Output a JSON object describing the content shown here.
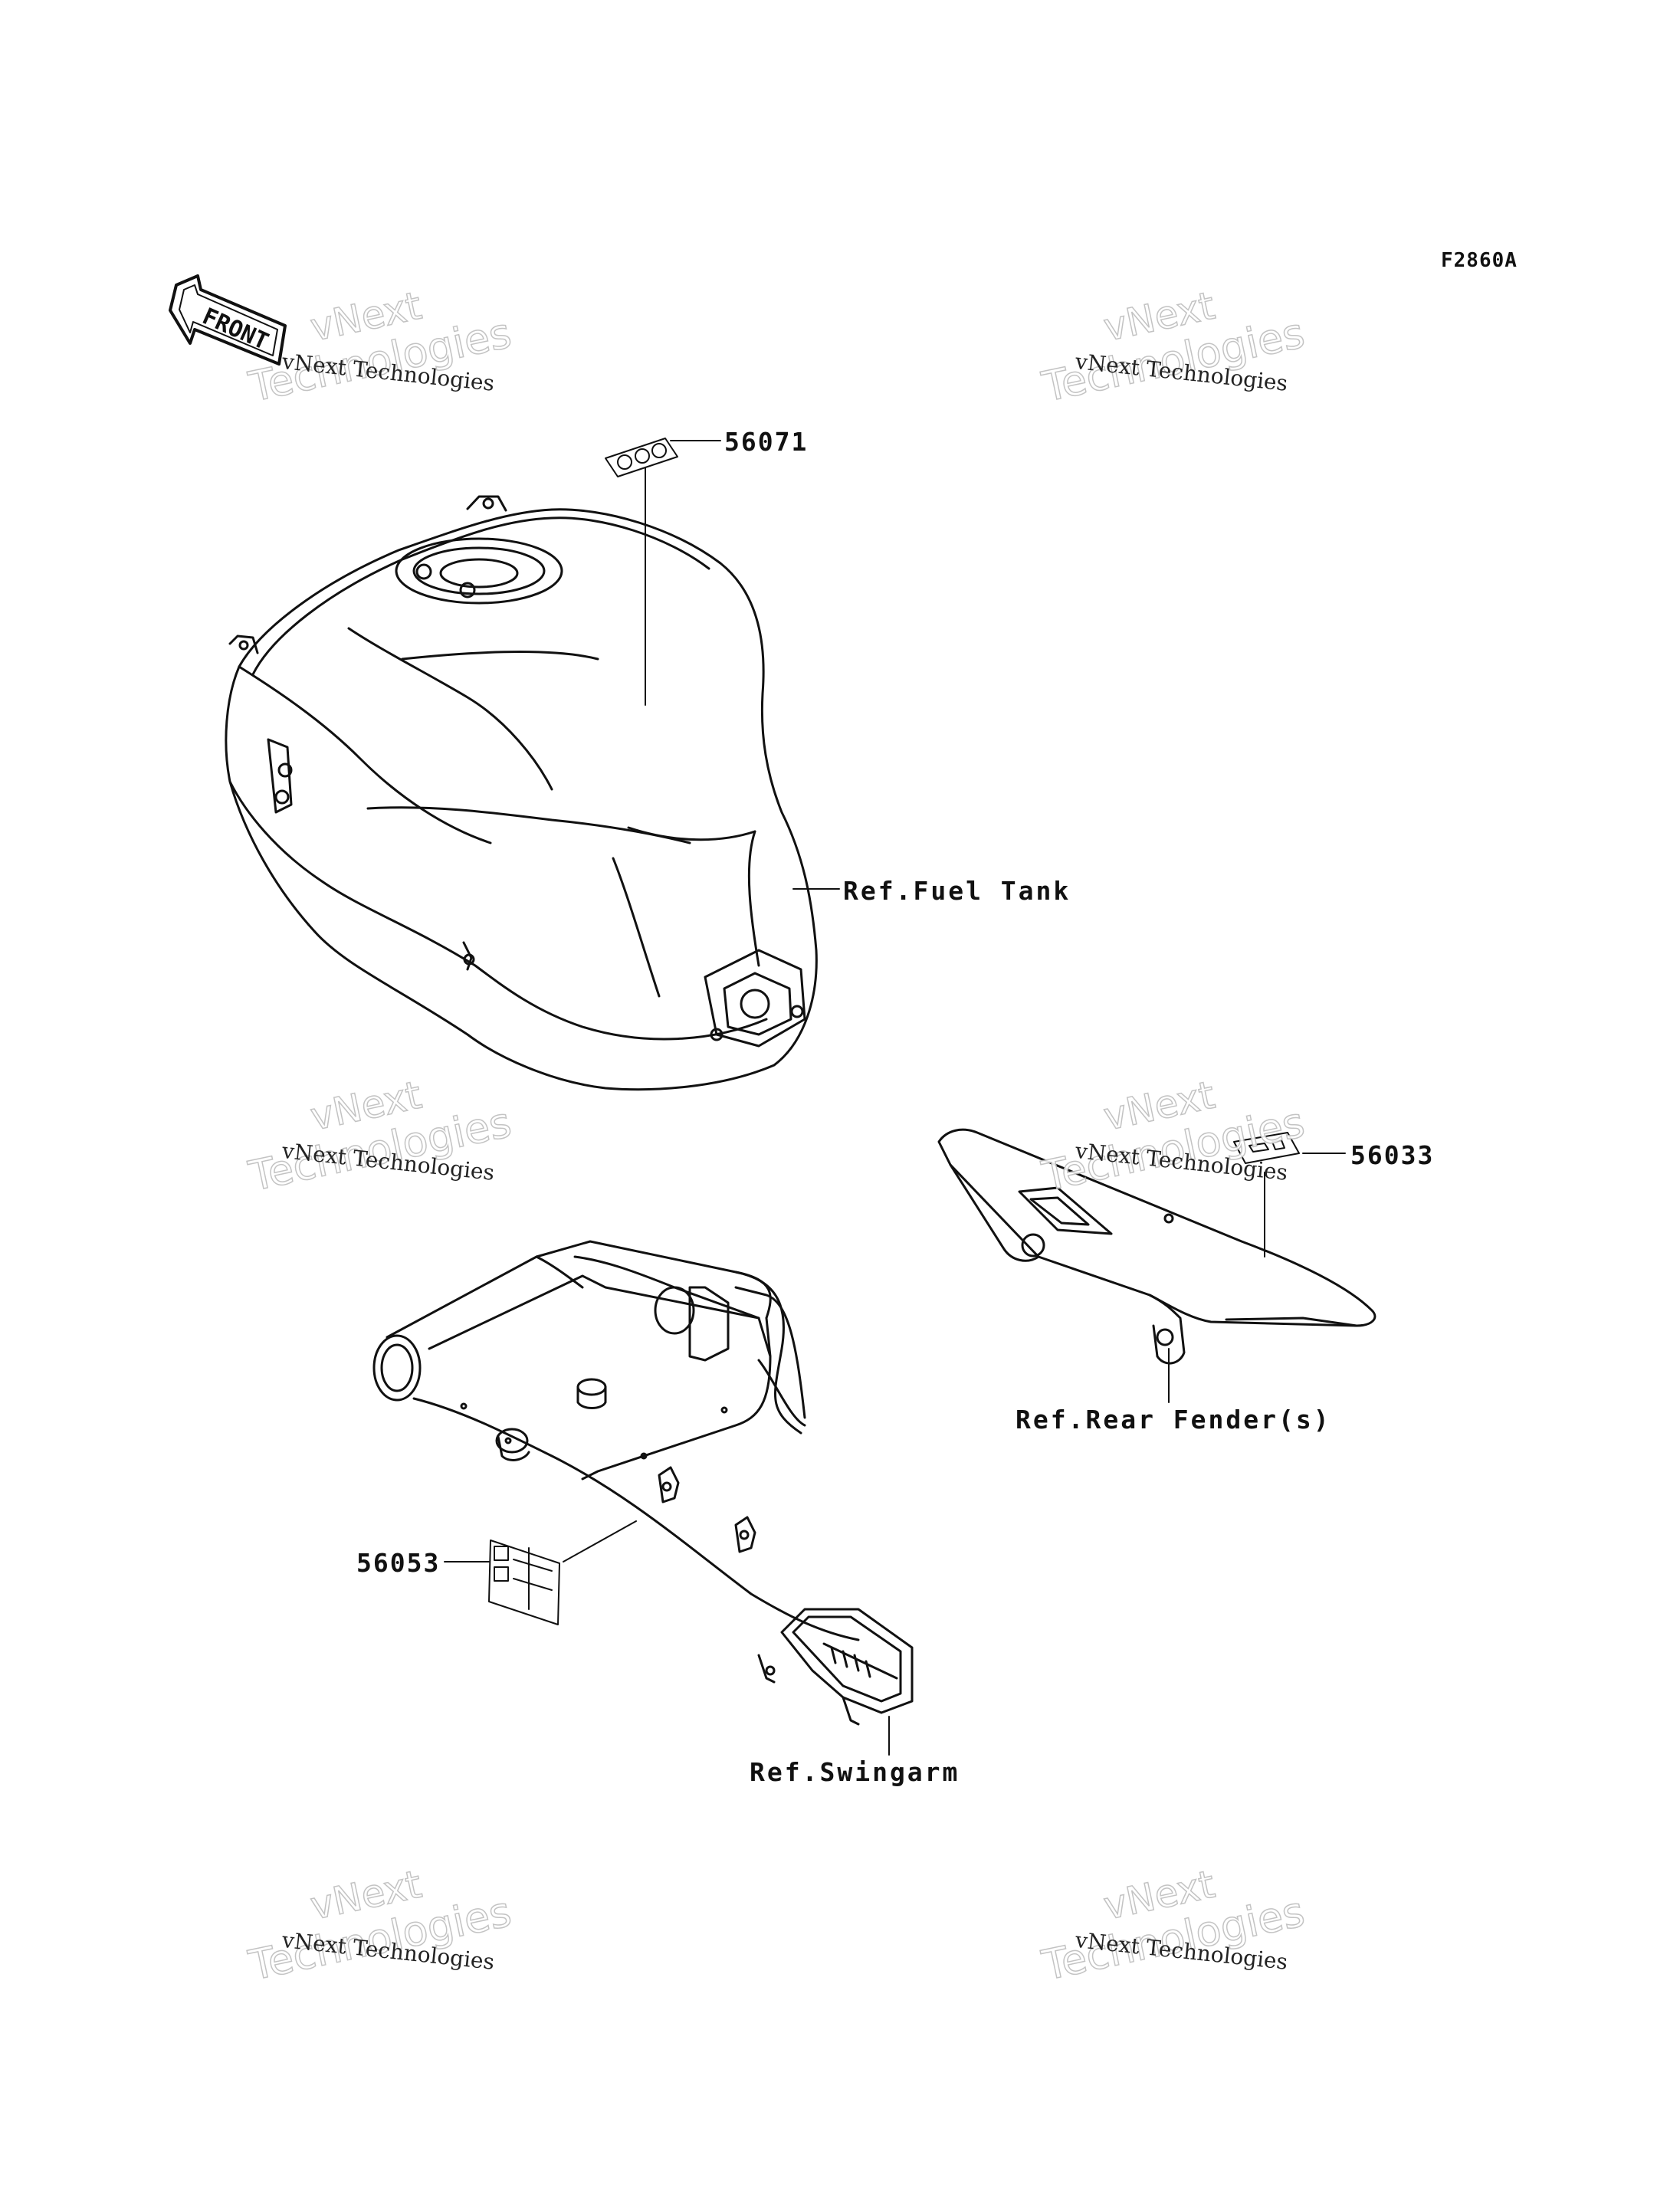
{
  "figure_id": "F2860A",
  "front_arrow_text": "FRONT",
  "callouts": {
    "tank_label": "56071",
    "fender_label": "56033",
    "swingarm_label": "56053"
  },
  "refs": {
    "fuel_tank": "Ref.Fuel Tank",
    "rear_fender": "Ref.Rear Fender(s)",
    "swingarm": "Ref.Swingarm"
  },
  "watermark": {
    "line": "vNext Technologies",
    "big_top": "vNext",
    "big_bottom": "Technologies"
  },
  "colors": {
    "ink": "#111111",
    "watermark_outline": "#bdbdbd"
  }
}
